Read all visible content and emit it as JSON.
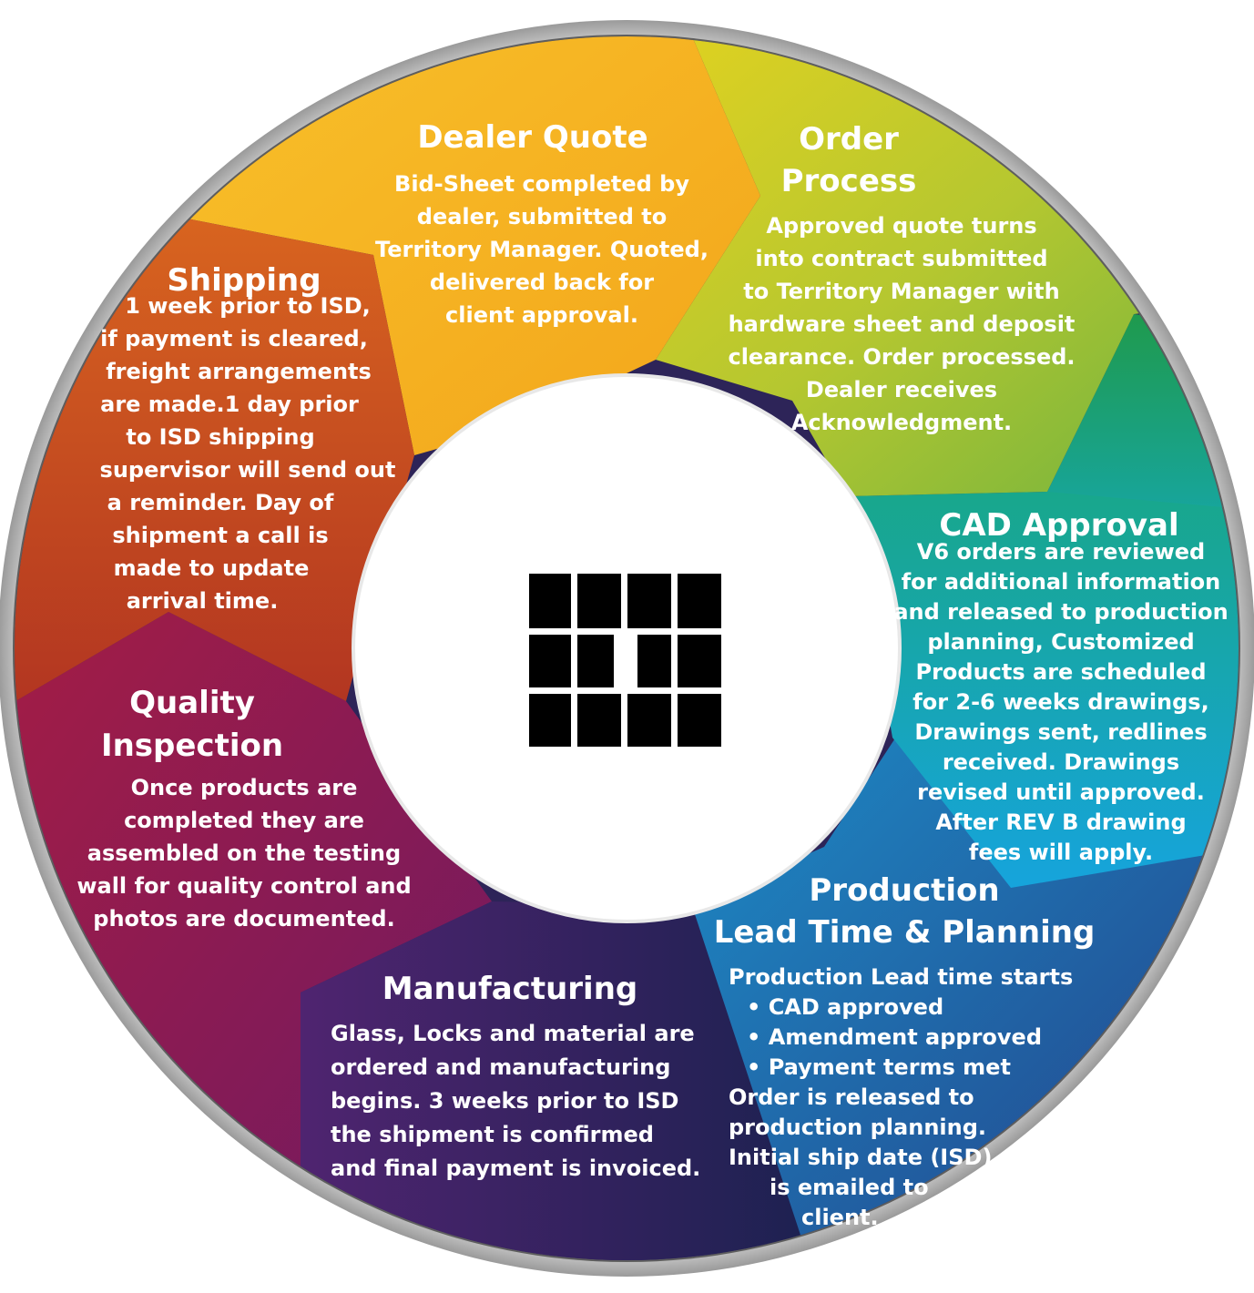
{
  "segments": [
    {
      "id": "dealer-quote",
      "title": [
        "Dealer Quote"
      ],
      "body": [
        "Bid-Sheet completed by",
        "dealer, submitted to",
        "Territory Manager. Quoted,",
        "delivered back for",
        "client approval."
      ]
    },
    {
      "id": "order-process",
      "title": [
        "Order",
        "Process"
      ],
      "body": [
        "Approved quote turns",
        "into contract submitted",
        "to Territory Manager with",
        "hardware sheet and deposit",
        "clearance. Order processed.",
        "Dealer receives",
        "Acknowledgment."
      ]
    },
    {
      "id": "cad-approval",
      "title": [
        "CAD Approval"
      ],
      "body": [
        "V6 orders are reviewed",
        "for additional information",
        "and released to production",
        "planning, Customized",
        "Products are scheduled",
        "for 2-6  weeks drawings,",
        "Drawings sent, redlines",
        "received. Drawings",
        "revised until approved.",
        "After REV B drawing",
        "fees will apply."
      ]
    },
    {
      "id": "production",
      "title": [
        "Production",
        "Lead Time & Planning"
      ],
      "body": [
        "Production Lead time starts",
        "• CAD approved",
        "• Amendment approved",
        "• Payment terms met",
        "Order is released to",
        "production planning.",
        "Initial ship date (ISD)",
        "is emailed to",
        "client."
      ]
    },
    {
      "id": "manufacturing",
      "title": [
        "Manufacturing"
      ],
      "body": [
        "Glass, Locks and material are",
        "ordered and manufacturing",
        "begins. 3 weeks prior to ISD",
        "the shipment is confirmed",
        "and final payment is invoiced."
      ]
    },
    {
      "id": "quality-inspection",
      "title": [
        "Quality",
        "Inspection"
      ],
      "body": [
        "Once products are",
        "completed they are",
        "assembled on the testing",
        "wall for quality control and",
        "photos are documented."
      ]
    },
    {
      "id": "shipping",
      "title": [
        "Shipping"
      ],
      "body": [
        "1 week prior to ISD,",
        "if payment is cleared,",
        "freight arrangements",
        "are made.1 day prior",
        "to ISD shipping",
        "supervisor will send out",
        "a reminder. Day of",
        "shipment a call is",
        "made to update",
        "arrival time."
      ]
    }
  ],
  "colors": {
    "dealer-quote": "#f6b41c",
    "order-process": "#a8c437",
    "cad-approval": "#1aa07a",
    "production": "#1f67a8",
    "manufacturing": "#2d2458",
    "quality-inspection": "#8e1a55",
    "shipping": "#c4491c",
    "ring": "#8a8a8a"
  },
  "center_icon": "brick-wall-logo-icon"
}
